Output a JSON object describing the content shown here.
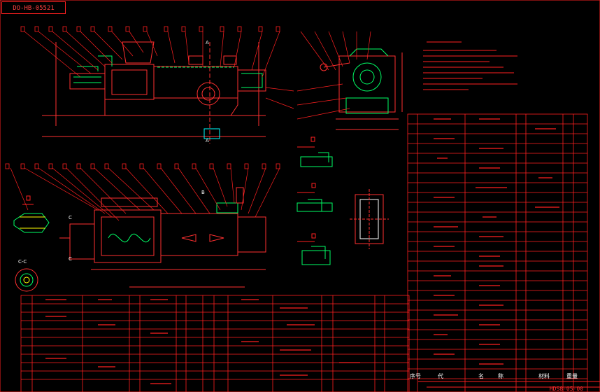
{
  "drawing": {
    "code": "DO-HB-05521",
    "section_labels": {
      "a_top": "A",
      "a_bottom": "A",
      "b": "B",
      "c_left": "C",
      "c_right": "C",
      "cc": "C-C"
    },
    "title_block": {
      "left_a": "序号",
      "left_b": "代",
      "mid_a": "名",
      "mid_b": "称",
      "right_a": "材料",
      "right_b": "重量",
      "sheet": "HDS8-05-00"
    }
  },
  "colors": {
    "line": "#ff2020",
    "detail": "#00ff66",
    "accent": "#ffff00",
    "text": "#ffffff",
    "bg": "#000000"
  }
}
